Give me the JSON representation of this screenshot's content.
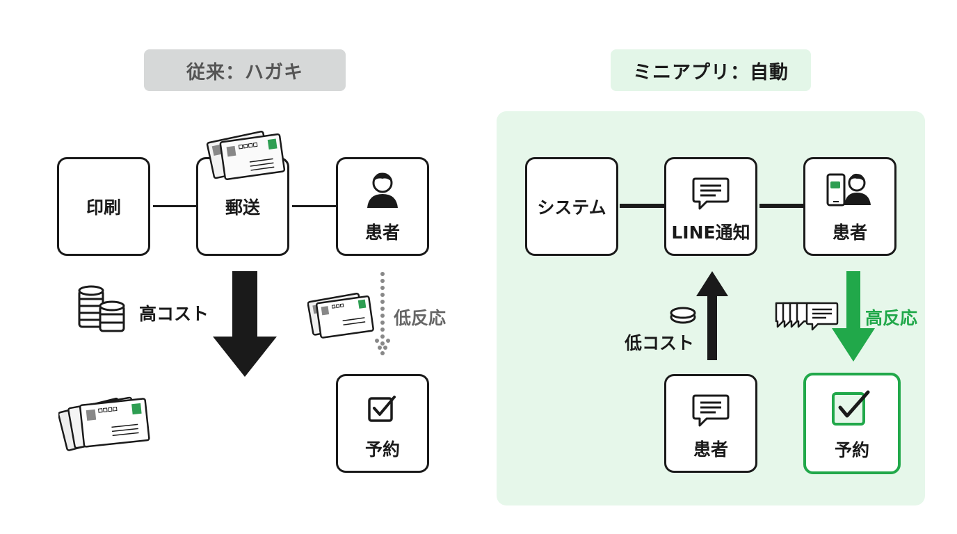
{
  "left": {
    "title": "従来：ハガキ",
    "steps": [
      "印刷",
      "郵送",
      "患者"
    ],
    "cost_label": "高コスト",
    "response_label": "低反応",
    "booking_label": "予約"
  },
  "right": {
    "title": "ミニアプリ：自動",
    "steps": [
      "システム",
      "LINE通知",
      "患者"
    ],
    "sender_label": "患者",
    "cost_label": "低コスト",
    "response_label": "高反応",
    "booking_label": "予約"
  },
  "colors": {
    "accent_green": "#21a84a",
    "panel_green": "#e6f7ea",
    "dark": "#1a1a1a",
    "gray_text": "#555555"
  },
  "icons": [
    "postcard-icon",
    "person-icon",
    "coin-stack-icon",
    "checkbox-icon",
    "chat-bubble-icon",
    "phone-person-icon",
    "coin-icon",
    "chat-stack-icon"
  ]
}
